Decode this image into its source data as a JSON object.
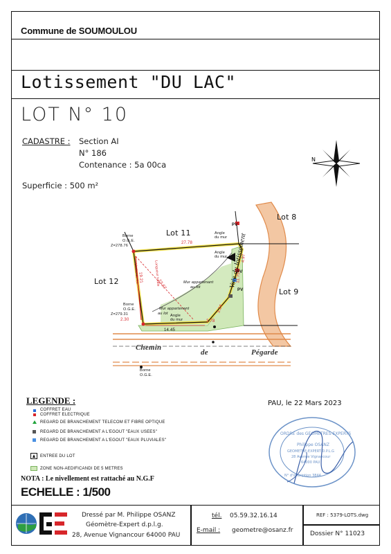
{
  "header": {
    "commune": "Commune de SOUMOULOU",
    "title": "Lotissement \"DU LAC\"",
    "lot": "LOT N° 10"
  },
  "cadastre": {
    "label": "CADASTRE :",
    "section": "Section AI",
    "numero": "N° 186",
    "contenance": "Contenance : 5a 00ca",
    "superficie": "Superficie : 500 m²"
  },
  "plan": {
    "lot_11": "Lot 11",
    "lot_12": "Lot 12",
    "lot_8": "Lot 8",
    "lot_9": "Lot 9",
    "borne_label": "Borne",
    "oge_label": "O.G.E.",
    "borne1_z": "Z=278.76",
    "borne2_z": "Z=279.31",
    "angle_mur": "Angle",
    "du_mur": "du mur",
    "pv": "PV",
    "mur_lot_1": "Mur appartenant",
    "mur_lot_2": "au lot",
    "voie": "Voie du lotissement",
    "chemin": "Chemin",
    "de": "de",
    "pegarde": "Pégarde",
    "dim_top": "27.78",
    "dim_left": "19.21",
    "dim_bottom": "14.45",
    "dim_diag": "23.67",
    "dim_right": "4.97",
    "dim_r2": "11.75",
    "dim_r3": "3.24",
    "dim_small": "2.30",
    "dim_small2": "3.78",
    "longueur": "Longueur totale",
    "limite": "Limite de lot"
  },
  "legend": {
    "title": "LEGENDE :",
    "items": [
      "COFFRET EAU",
      "COFFRET ELECTRIQUE",
      "REGARD DE BRANCHEMENT TELECOM ET FIBRE OPTIQUE",
      "REGARD DE BRANCHEMENT A L'EGOUT \"EAUX USEES\"",
      "REGARD DE BRANCHEMENT A L'EGOUT \"EAUX PLUVIALES\"",
      "ENTREE DU LOT",
      "ZONE NON-AEDIFICANDI DE 5 METRES"
    ],
    "colors": {
      "eau": "#2a6fdb",
      "elec": "#d7262b",
      "telecom": "#1fa33a",
      "usees": "#555555",
      "pluviales": "#4a90e2",
      "zone": "#cfe8b8"
    }
  },
  "nota": "NOTA : Le nivellement est rattaché au N.G.F",
  "echelle": "ECHELLE : 1/500",
  "date": "PAU, le 22 Mars 2023",
  "stamp": {
    "ring": "ORDRE des GEOMETRES-EXPERTS",
    "name": "Philippe OSANZ",
    "role": "GEOMETRE-EXPERT D.P.L.G",
    "addr": "28 Avenue Vignancour",
    "city": "64000 PAU",
    "inscr": "N° d'inscription 3844"
  },
  "footer": {
    "line1": "Dressé par M. Philippe OSANZ",
    "line2": "Géomètre-Expert d.p.l.g.",
    "line3": "28, Avenue Vignancour 64000 PAU",
    "tel_label": "tél.",
    "tel": "05.59.32.16.14",
    "email_label": "E-mail :",
    "email": "geometre@osanz.fr",
    "ref": "REF : 5379-LOTS.dwg",
    "dossier": "Dossier N° 11023"
  }
}
